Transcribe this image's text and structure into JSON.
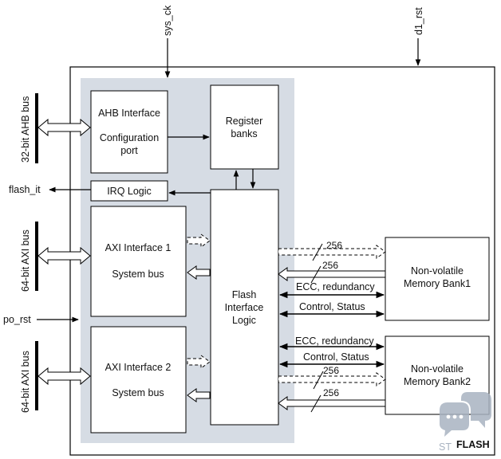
{
  "signals": {
    "sys_ck": "sys_ck",
    "d1_rst": "d1_rst",
    "flash_it": "flash_it",
    "po_rst": "po_rst"
  },
  "buses": {
    "ahb": "32-bit AHB bus",
    "axi1": "64-bit AXI bus",
    "axi2": "64-bit AXI bus"
  },
  "blocks": {
    "ahb_interface": {
      "line1": "AHB Interface",
      "line2": "Configuration",
      "line3": "port"
    },
    "register_banks": {
      "line1": "Register",
      "line2": "banks"
    },
    "irq_logic": "IRQ Logic",
    "axi_interface_1": {
      "line1": "AXI Interface 1",
      "line2": "System bus"
    },
    "axi_interface_2": {
      "line1": "AXI Interface 2",
      "line2": "System bus"
    },
    "flash_interface_logic": {
      "line1": "Flash",
      "line2": "Interface",
      "line3": "Logic"
    },
    "memory_bank_1": {
      "line1": "Non-volatile",
      "line2": "Memory Bank1"
    },
    "memory_bank_2": {
      "line1": "Non-volatile",
      "line2": "Memory Bank2"
    }
  },
  "links": {
    "bank1_width_top": "256",
    "bank1_width_bottom": "256",
    "bank1_ecc": "ECC, redundancy",
    "bank1_control": "Control, Status",
    "bank2_ecc": "ECC, redundancy",
    "bank2_control": "Control, Status",
    "bank2_width_top": "256",
    "bank2_width_bottom": "256"
  },
  "footer": {
    "flash_label": "FLASH",
    "watermark": "ST"
  },
  "colors": {
    "shaded_region": "#d6dce4",
    "line": "#000000",
    "watermark": "#a9b3c1"
  }
}
